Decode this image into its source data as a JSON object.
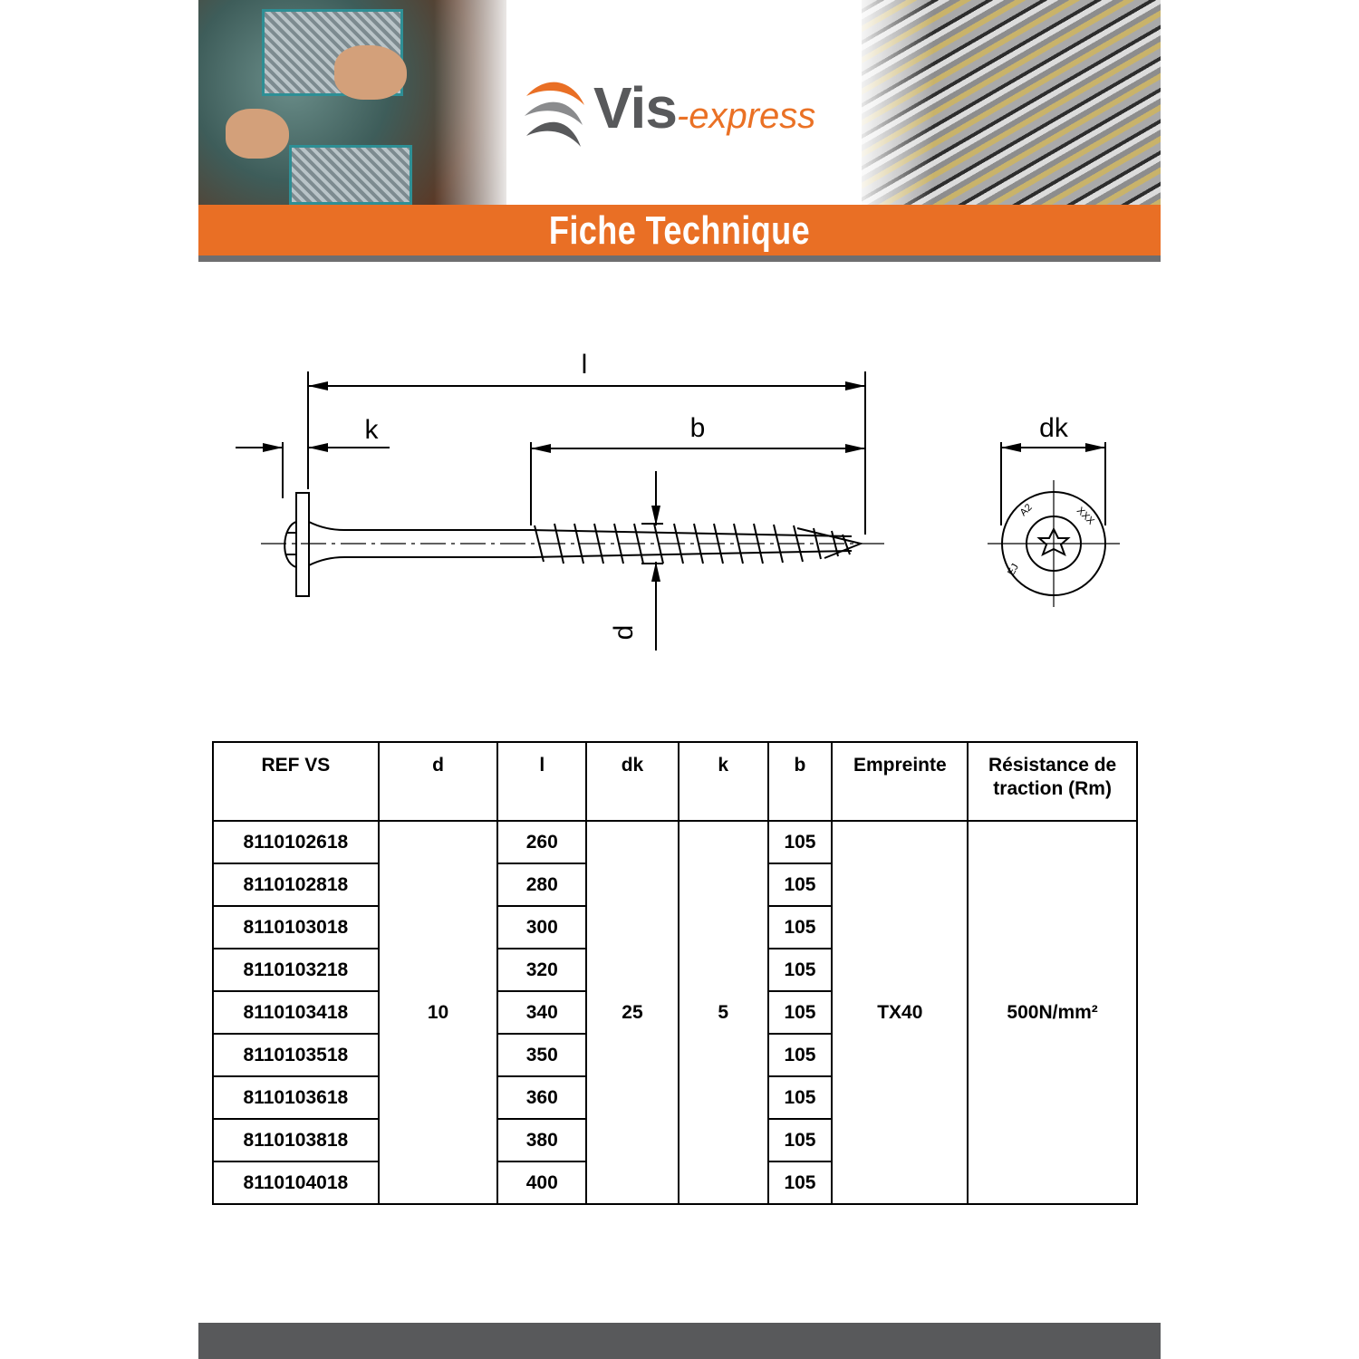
{
  "header": {
    "brand_main": "Vis",
    "brand_suffix": "-express",
    "banner_title": "Fiche Technique"
  },
  "drawing_labels": {
    "l": "l",
    "k": "k",
    "b": "b",
    "d": "d",
    "dk": "dk",
    "head_mark_1": "A2",
    "head_mark_2": "XXX",
    "head_mark_3": "EJ"
  },
  "table": {
    "headers": [
      "REF VS",
      "d",
      "l",
      "dk",
      "k",
      "b",
      "Empreinte",
      "Résistance de traction (Rm)"
    ],
    "rows": [
      {
        "ref": "8110102618",
        "l": "260",
        "b": "105"
      },
      {
        "ref": "8110102818",
        "l": "280",
        "b": "105"
      },
      {
        "ref": "8110103018",
        "l": "300",
        "b": "105"
      },
      {
        "ref": "8110103218",
        "l": "320",
        "b": "105"
      },
      {
        "ref": "8110103418",
        "l": "340",
        "b": "105"
      },
      {
        "ref": "8110103518",
        "l": "350",
        "b": "105"
      },
      {
        "ref": "8110103618",
        "l": "360",
        "b": "105"
      },
      {
        "ref": "8110103818",
        "l": "380",
        "b": "105"
      },
      {
        "ref": "8110104018",
        "l": "400",
        "b": "105"
      }
    ],
    "merged": {
      "d": "10",
      "dk": "25",
      "k": "5",
      "empreinte": "TX40",
      "resistance": "500N/mm²"
    }
  },
  "colors": {
    "accent_orange": "#e96f25",
    "logo_grey": "#58595b"
  }
}
